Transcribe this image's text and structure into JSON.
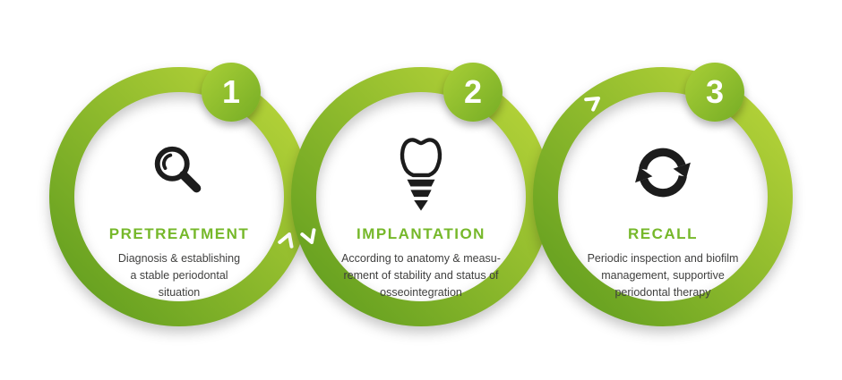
{
  "infographic": {
    "colors": {
      "background": "#ffffff",
      "ring_gradient_start": "#5f9c1e",
      "ring_gradient_end": "#bad63a",
      "badge_gradient_start": "#a9cf37",
      "badge_gradient_end": "#76ad25",
      "title": "#76b82a",
      "description": "#3f3f3e",
      "icon": "#1c1c1c"
    },
    "steps": [
      {
        "number": "1",
        "icon": "magnifier-icon",
        "title": "PRETREATMENT",
        "description": "Diagnosis & establishing\na stable periodontal\nsituation"
      },
      {
        "number": "2",
        "icon": "dental-implant-icon",
        "title": "IMPLANTATION",
        "description": "According to anatomy & measu-\nrement of stability and status of\nosseointegration"
      },
      {
        "number": "3",
        "icon": "recall-cycle-icon",
        "title": "RECALL",
        "description": "Periodic inspection and biofilm\nmanagement, supportive\nperiodontal therapy"
      }
    ]
  }
}
